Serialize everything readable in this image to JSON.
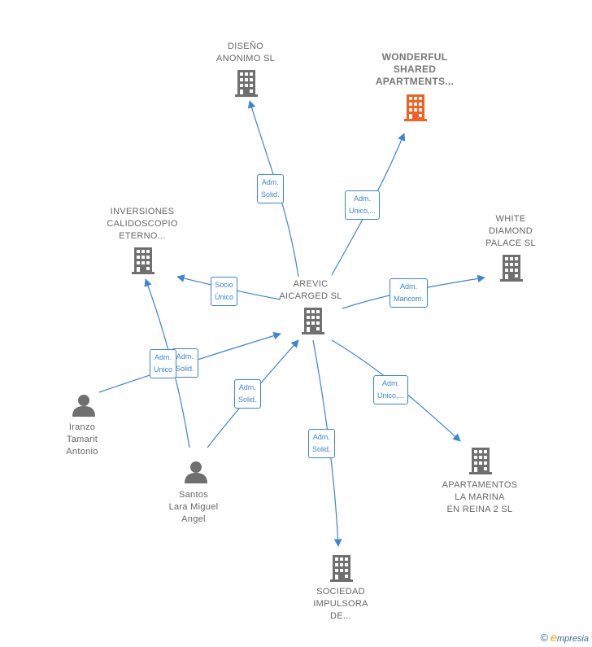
{
  "nodes": {
    "center": {
      "label": "AREVIC\nAICARGED SL",
      "type": "company"
    },
    "diseno": {
      "label": "DISEÑO\nANONIMO SL",
      "type": "company"
    },
    "wonderful": {
      "label": "WONDERFUL\nSHARED\nAPARTMENTS...",
      "type": "company-highlight"
    },
    "white_diamond": {
      "label": "WHITE\nDIAMOND\nPALACE SL",
      "type": "company"
    },
    "inversiones": {
      "label": "INVERSIONES\nCALIDOSCOPIO\nETERNO...",
      "type": "company"
    },
    "apartamentos": {
      "label": "APARTAMENTOS\nLA MARINA\nEN REINA 2 SL",
      "type": "company"
    },
    "sociedad": {
      "label": "SOCIEDAD\nIMPULSORA\nDE...",
      "type": "company"
    },
    "iranzo": {
      "label": "Iranzo\nTamarit\nAntonio",
      "type": "person"
    },
    "santos": {
      "label": "Santos\nLara Miguel\nAngel",
      "type": "person"
    }
  },
  "edges": {
    "diseno": "Adm.\nSolid.",
    "wonderful": "Adm.\nUnico,...",
    "white_diamond": "Adm.\nMancom.",
    "inversiones": "Socio\nÚnico",
    "apartamentos": "Adm.\nUnico,...",
    "sociedad": "Adm.\nSolid.",
    "santos_center": "Adm.\nSolid.",
    "iranzo_center": "Adm.\nSolid.",
    "iranzo_inversiones": "Adm.\nUnico"
  },
  "colors": {
    "edge": "#3b84d6",
    "company_icon": "#6f6f6f",
    "highlight_icon": "#f26122",
    "person_icon": "#6f6f6f"
  },
  "footer": {
    "copyright": "©",
    "brand_initial": "e",
    "brand_rest": "mpresia"
  }
}
